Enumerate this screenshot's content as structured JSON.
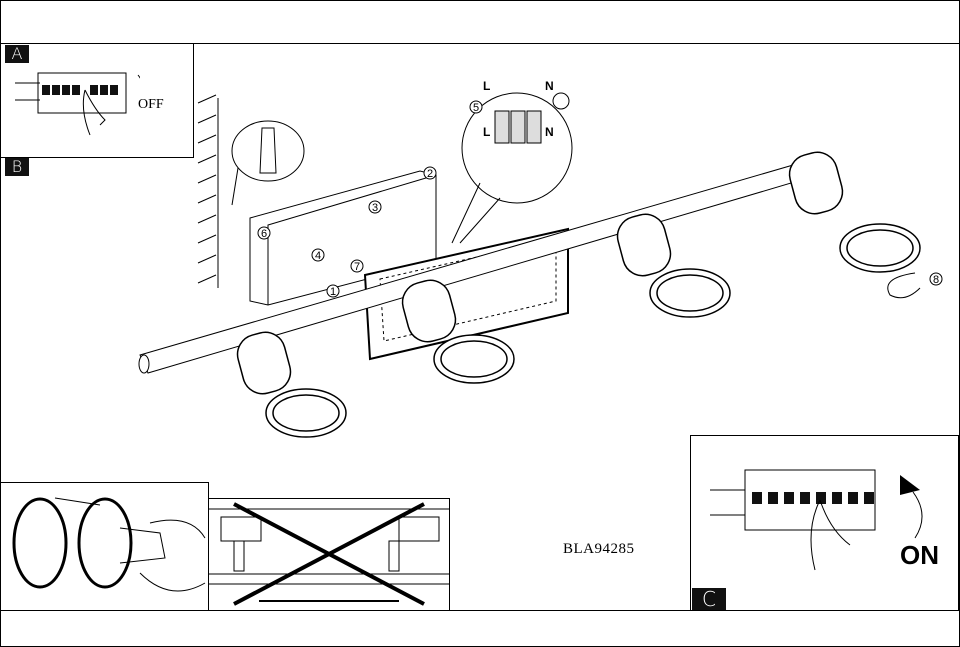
{
  "panels": {
    "a": {
      "label": "A",
      "switch_text": "OFF"
    },
    "b": {
      "label": "B"
    },
    "c": {
      "label": "C",
      "switch_text": "ON"
    }
  },
  "wiring": {
    "live_top": "L",
    "neutral_top": "N",
    "live_bottom": "L",
    "neutral_bottom": "N"
  },
  "steps": [
    "1",
    "2",
    "3",
    "4",
    "5",
    "6",
    "7",
    "8"
  ],
  "model_number": "BLA94285"
}
